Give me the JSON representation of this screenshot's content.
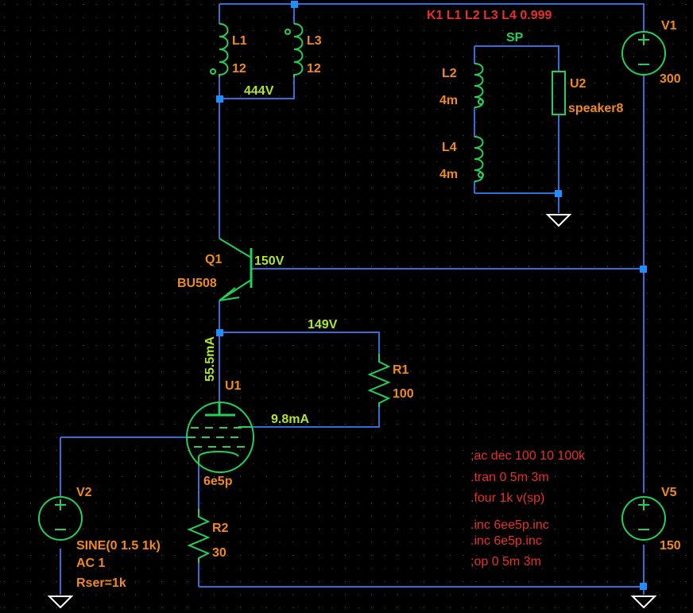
{
  "colors": {
    "background": "#000000",
    "grid_dot": "#5a5a5a",
    "wire": "#2f6fd8",
    "component": "#22d05a",
    "label": "#f08a1e",
    "value_green": "#b0e62e",
    "directive": "#e8302a",
    "junction": "#1f8fff",
    "ground": "#ffffff"
  },
  "coupling": "K1 L1 L2 L3 L4 0.999",
  "nets": {
    "plate_voltage": "444V",
    "base_voltage": "150V",
    "cathode_voltage": "149V",
    "emitter_current": "55.5mA",
    "grid_current": "9.8mA",
    "speaker_net": "SP"
  },
  "inductors": {
    "L1": {
      "name": "L1",
      "value": "12"
    },
    "L3": {
      "name": "L3",
      "value": "12"
    },
    "L2": {
      "name": "L2",
      "value": "4m"
    },
    "L4": {
      "name": "L4",
      "value": "4m"
    }
  },
  "speaker": {
    "name": "U2",
    "value": "speaker8"
  },
  "transistor": {
    "name": "Q1",
    "value": "BU508"
  },
  "tube": {
    "name": "U1",
    "value": "6e5p"
  },
  "resistors": {
    "R1": {
      "name": "R1",
      "value": "100"
    },
    "R2": {
      "name": "R2",
      "value": "30"
    }
  },
  "sources": {
    "V1": {
      "name": "V1",
      "value": "300"
    },
    "V5": {
      "name": "V5",
      "value": "150"
    },
    "V2": {
      "name": "V2",
      "line1": "SINE(0 1.5 1k)",
      "line2": "AC 1",
      "line3": "Rser=1k"
    }
  },
  "directives": [
    ";ac dec 100 10 100k",
    ".tran 0 5m 3m",
    ".four 1k v(sp)",
    ".inc 6ee5p.inc",
    ".inc 6e5p.inc",
    ";op 0 5m 3m"
  ]
}
